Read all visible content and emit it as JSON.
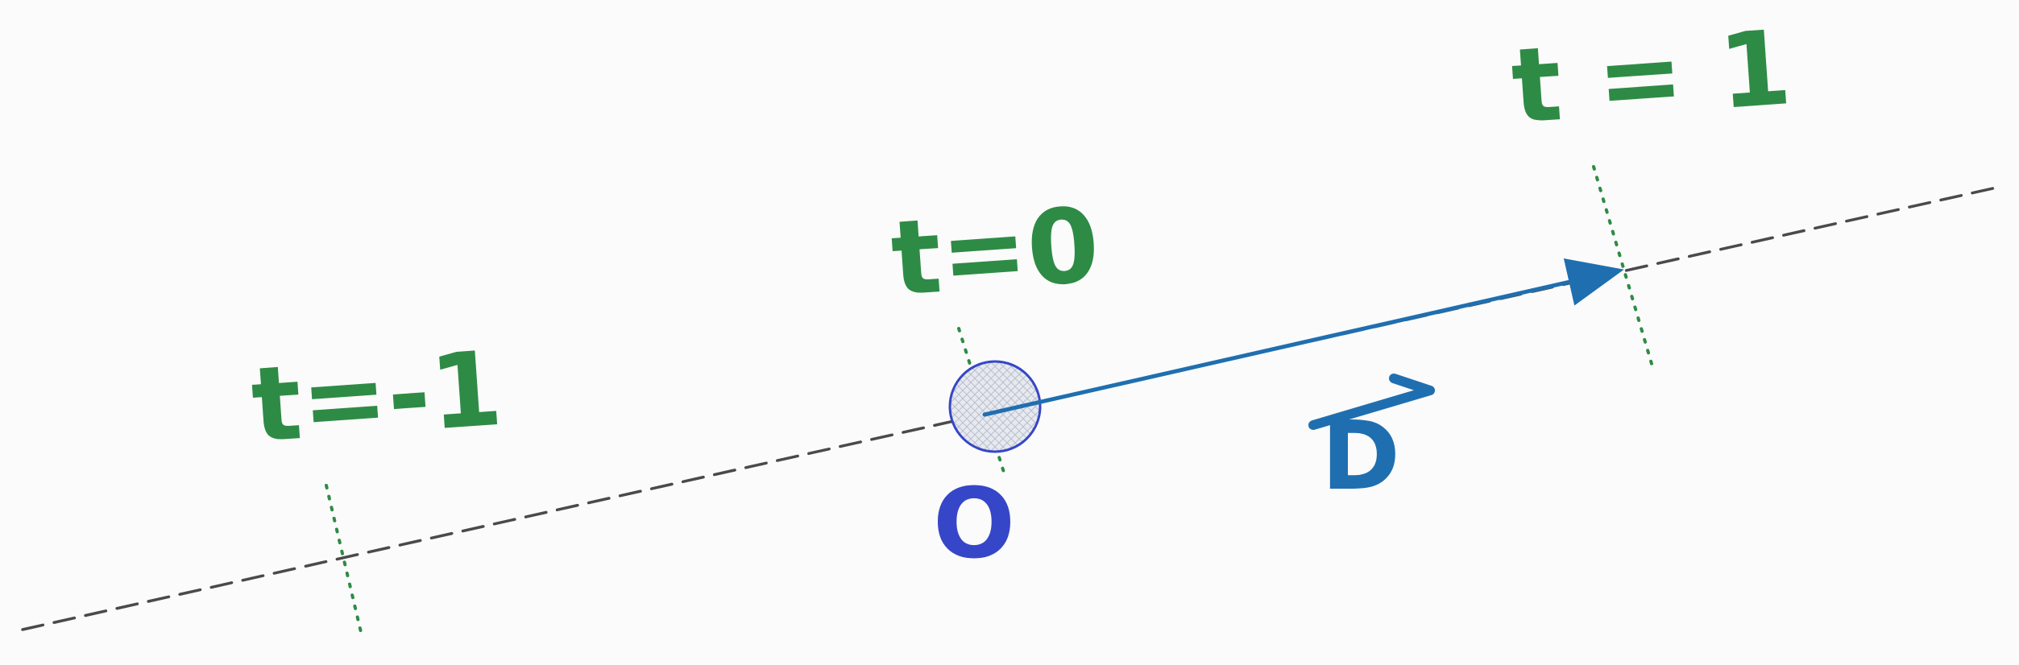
{
  "colors": {
    "background": "#fbfbfb",
    "dashed_line": "#4a4a4a",
    "tick_green": "#2e8b45",
    "vector_blue": "#1f6fb0",
    "origin_blue": "#3646c8",
    "origin_fill": "#dde3ee"
  },
  "labels": {
    "t_minus_1": "t=-1",
    "t_0": "t=0",
    "t_1": "t = 1",
    "origin": "O",
    "direction": "D"
  },
  "icons": {
    "origin_point": "hatched-circle",
    "direction_arrow": "arrowhead"
  }
}
